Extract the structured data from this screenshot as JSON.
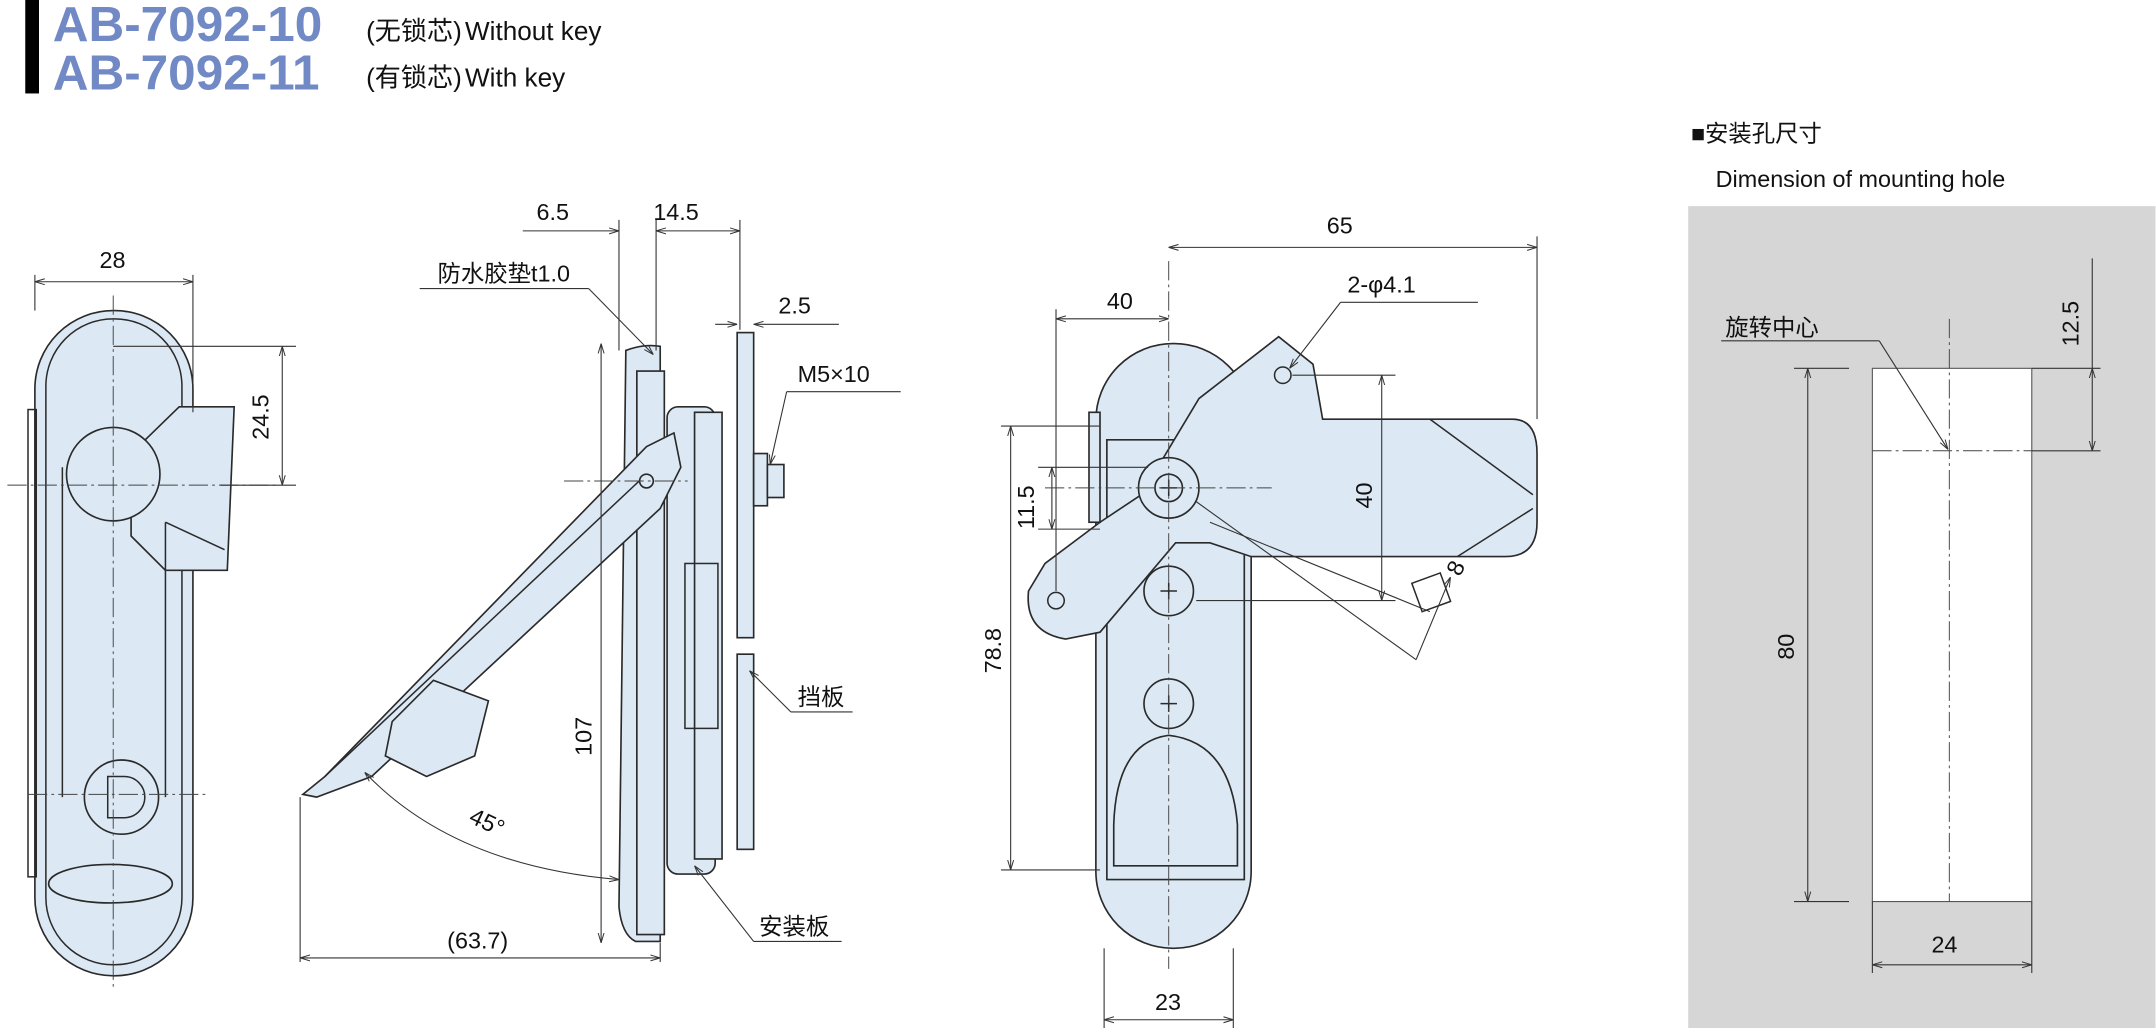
{
  "header": {
    "models": [
      {
        "code": "AB-7092-10",
        "note": "(无锁芯)",
        "desc": "Without key"
      },
      {
        "code": "AB-7092-11",
        "note": "(有锁芯)",
        "desc": "With key"
      }
    ]
  },
  "front_view": {
    "width": "28",
    "height": "24.5"
  },
  "side_view": {
    "dims": {
      "a": "6.5",
      "b": "14.5",
      "c": "2.5",
      "height": "107",
      "angle": "45°",
      "reach": "(63.7)"
    },
    "labels": {
      "gasket": "防水胶垫t1.0",
      "screw": "M5×10",
      "baffle": "挡板",
      "mount_plate": "安装板"
    }
  },
  "back_view": {
    "dims": {
      "total": "65",
      "left": "40",
      "holes": "2-φ4.1",
      "vertical": "40",
      "small": "11.5",
      "height": "78.8",
      "square": "8",
      "width": "23"
    }
  },
  "mounting_hole": {
    "title": "■安装孔尺寸",
    "subtitle": "Dimension of mounting hole",
    "center_label": "旋转中心",
    "offset": "12.5",
    "height": "80",
    "width": "24"
  },
  "colors": {
    "model": "#7189c4",
    "part_fill": "#dce9f5",
    "panel": "#d6d6d6"
  }
}
